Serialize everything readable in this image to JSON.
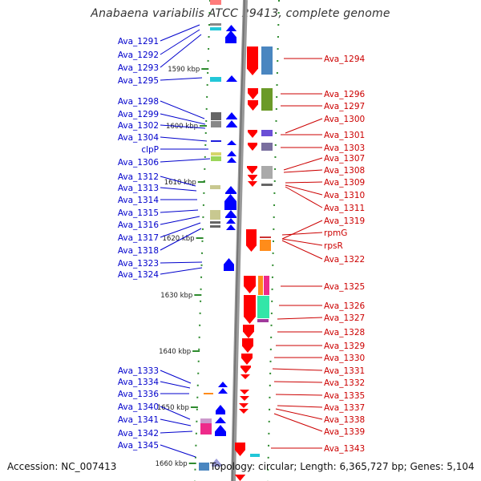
{
  "title": "Anabaena variabilis ATCC 29413, complete genome",
  "accession": "Accession: NC_007413",
  "topology": "Topology: circular; Length: 6,365,727 bp; Genes: 5,104",
  "colors": {
    "left_label": "#0000cc",
    "right_label": "#cc0000",
    "left_arrow": "#0000ff",
    "right_arrow": "#ff0000",
    "backbone": "#888888",
    "scale_tick": "#2e8b2e"
  },
  "scale": [
    "1590 kbp",
    "1600 kbp",
    "1610 kbp",
    "1620 kbp",
    "1630 kbp",
    "1640 kbp",
    "1650 kbp",
    "1660 kbp"
  ],
  "left_labels": [
    "Ava_1291",
    "Ava_1292",
    "Ava_1293",
    "Ava_1295",
    "Ava_1298",
    "Ava_1299",
    "Ava_1302",
    "Ava_1304",
    "clpP",
    "Ava_1306",
    "Ava_1312",
    "Ava_1313",
    "Ava_1314",
    "Ava_1315",
    "Ava_1316",
    "Ava_1317",
    "Ava_1318",
    "Ava_1323",
    "Ava_1324",
    "Ava_1333",
    "Ava_1334",
    "Ava_1336",
    "Ava_1340",
    "Ava_1341",
    "Ava_1342",
    "Ava_1345"
  ],
  "right_labels": [
    "Ava_1294",
    "Ava_1296",
    "Ava_1297",
    "Ava_1300",
    "Ava_1301",
    "Ava_1303",
    "Ava_1307",
    "Ava_1308",
    "Ava_1309",
    "Ava_1310",
    "Ava_1311",
    "Ava_1319",
    "rpmG",
    "rpsR",
    "Ava_1322",
    "Ava_1325",
    "Ava_1326",
    "Ava_1327",
    "Ava_1328",
    "Ava_1329",
    "Ava_1330",
    "Ava_1331",
    "Ava_1332",
    "Ava_1335",
    "Ava_1337",
    "Ava_1338",
    "Ava_1339",
    "Ava_1343"
  ]
}
